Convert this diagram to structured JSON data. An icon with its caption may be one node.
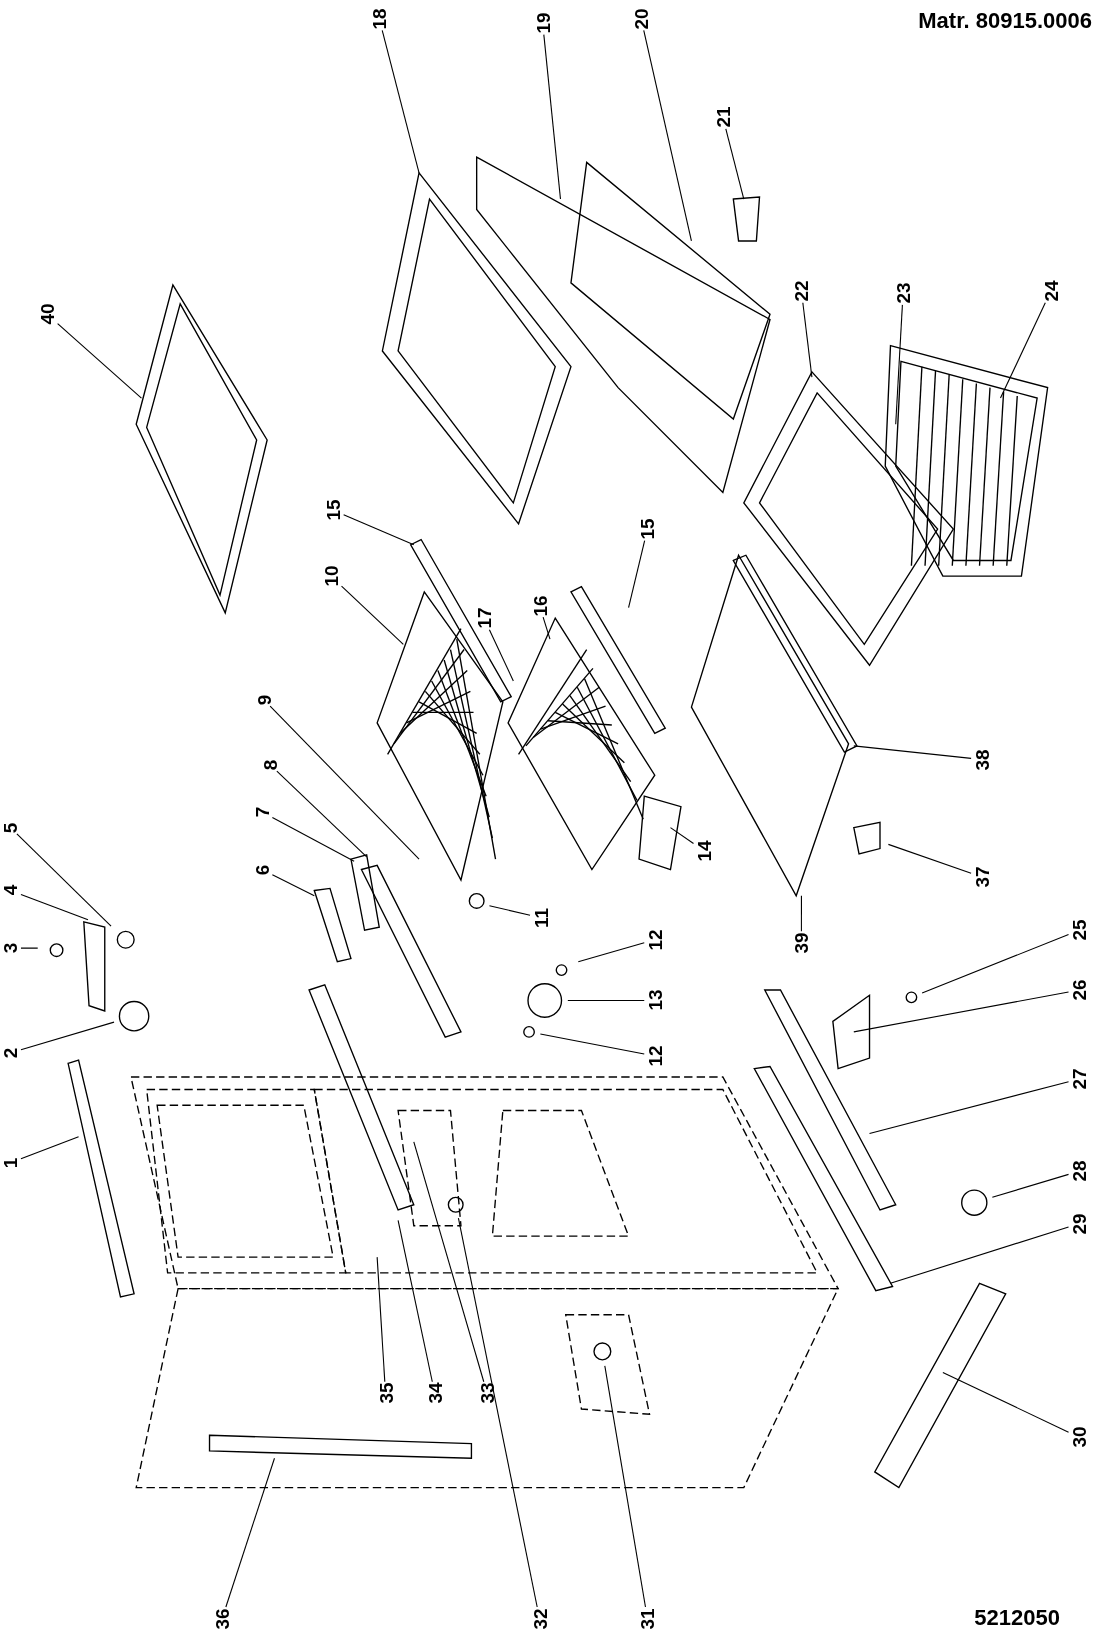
{
  "diagram": {
    "nodes": [
      {
        "text": [
          "1"
        ]
      },
      {
        "text": [
          "2"
        ]
      },
      {
        "text": [
          "3"
        ]
      },
      {
        "text": [
          "4"
        ]
      },
      {
        "text": [
          "5"
        ]
      },
      {
        "text": [
          "6"
        ]
      },
      {
        "text": [
          "7"
        ]
      },
      {
        "text": [
          "8"
        ]
      },
      {
        "text": [
          "9"
        ]
      },
      {
        "text": [
          "10"
        ]
      },
      {
        "text": [
          "11"
        ]
      },
      {
        "text": [
          "12"
        ]
      },
      {
        "text": [
          "13"
        ]
      },
      {
        "text": [
          "12"
        ]
      },
      {
        "text": [
          "14"
        ]
      },
      {
        "text": [
          "15"
        ]
      },
      {
        "text": [
          "15"
        ]
      },
      {
        "text": [
          "16"
        ]
      },
      {
        "text": [
          "17"
        ]
      },
      {
        "text": [
          "18"
        ]
      },
      {
        "text": [
          "19"
        ]
      },
      {
        "text": [
          "20"
        ]
      },
      {
        "text": [
          "21"
        ]
      },
      {
        "text": [
          "22"
        ]
      },
      {
        "text": [
          "23"
        ]
      },
      {
        "text": [
          "24"
        ]
      },
      {
        "text": [
          "25"
        ]
      },
      {
        "text": [
          "26"
        ]
      },
      {
        "text": [
          "27"
        ]
      },
      {
        "text": [
          "28"
        ]
      },
      {
        "text": [
          "29"
        ]
      },
      {
        "text": [
          "30"
        ]
      },
      {
        "text": [
          "31"
        ]
      },
      {
        "text": [
          "32"
        ]
      },
      {
        "text": [
          "33"
        ]
      },
      {
        "text": [
          "34"
        ]
      },
      {
        "text": [
          "35"
        ]
      },
      {
        "text": [
          "36"
        ]
      },
      {
        "text": [
          "37"
        ]
      },
      {
        "text": [
          "38"
        ]
      },
      {
        "text": [
          "39"
        ]
      },
      {
        "text": [
          "40"
        ]
      }
    ],
    "edges": [
      {
        "from": 0,
        "to": null,
        "arrow": "none"
      },
      {
        "from": 1,
        "to": null,
        "arrow": "none"
      },
      {
        "from": 2,
        "to": null,
        "arrow": "none"
      },
      {
        "from": 3,
        "to": null,
        "arrow": "none"
      },
      {
        "from": 4,
        "to": null,
        "arrow": "none"
      },
      {
        "from": 5,
        "to": null,
        "arrow": "none"
      },
      {
        "from": 6,
        "to": null,
        "arrow": "none"
      },
      {
        "from": 7,
        "to": null,
        "arrow": "none"
      },
      {
        "from": 8,
        "to": null,
        "arrow": "none"
      },
      {
        "from": 9,
        "to": null,
        "arrow": "none"
      },
      {
        "from": 10,
        "to": null,
        "arrow": "none"
      },
      {
        "from": 11,
        "to": null,
        "arrow": "none"
      },
      {
        "from": 12,
        "to": null,
        "arrow": "none"
      },
      {
        "from": 13,
        "to": null,
        "arrow": "none"
      },
      {
        "from": 14,
        "to": null,
        "arrow": "none"
      },
      {
        "from": 15,
        "to": null,
        "arrow": "none"
      },
      {
        "from": 16,
        "to": null,
        "arrow": "none"
      },
      {
        "from": 17,
        "to": null,
        "arrow": "none"
      },
      {
        "from": 18,
        "to": null,
        "arrow": "none"
      },
      {
        "from": 19,
        "to": null,
        "arrow": "none"
      },
      {
        "from": 20,
        "to": null,
        "arrow": "none"
      },
      {
        "from": 21,
        "to": null,
        "arrow": "none"
      },
      {
        "from": 22,
        "to": null,
        "arrow": "none"
      },
      {
        "from": 23,
        "to": null,
        "arrow": "none"
      },
      {
        "from": 24,
        "to": null,
        "arrow": "none"
      },
      {
        "from": 25,
        "to": null,
        "arrow": "none"
      },
      {
        "from": 26,
        "to": null,
        "arrow": "none"
      },
      {
        "from": 27,
        "to": null,
        "arrow": "none"
      },
      {
        "from": 28,
        "to": null,
        "arrow": "none"
      },
      {
        "from": 29,
        "to": null,
        "arrow": "none"
      },
      {
        "from": 30,
        "to": null,
        "arrow": "none"
      },
      {
        "from": 31,
        "to": null,
        "arrow": "none"
      },
      {
        "from": 32,
        "to": null,
        "arrow": "none"
      },
      {
        "from": 33,
        "to": null,
        "arrow": "none"
      },
      {
        "from": 34,
        "to": null,
        "arrow": "none"
      },
      {
        "from": 35,
        "to": null,
        "arrow": "none"
      },
      {
        "from": 36,
        "to": null,
        "arrow": "none"
      },
      {
        "from": 37,
        "to": null,
        "arrow": "none"
      },
      {
        "from": 38,
        "to": null,
        "arrow": "none"
      },
      {
        "from": 39,
        "to": null,
        "arrow": "none"
      },
      {
        "from": 40,
        "to": null,
        "arrow": "none"
      },
      {
        "from": 41,
        "to": null,
        "arrow": "none"
      }
    ],
    "labels": [
      "Matr. 80915.0006",
      "5212050"
    ]
  }
}
